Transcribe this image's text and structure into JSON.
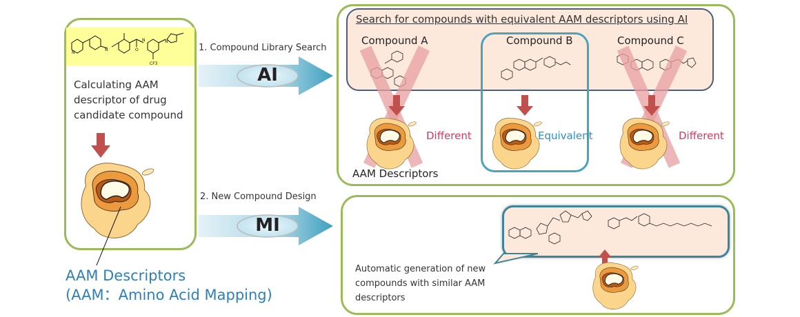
{
  "left_panel": {
    "description_lines": [
      "Calculating AAM",
      "descriptor of drug",
      "candidate compound"
    ],
    "molecule_substituent": "CF3"
  },
  "aam_caption": {
    "line1": "AAM Descriptors",
    "line2": "(AAM：Amino Acid Mapping)"
  },
  "arrows": {
    "search": {
      "label": "1. Compound Library Search",
      "badge": "AI"
    },
    "design": {
      "label": "2. New Compound Design",
      "badge": "MI"
    }
  },
  "search_panel": {
    "title": "Search for compounds with equivalent AAM descriptors using AI",
    "compounds": [
      {
        "name": "Compound A",
        "result": "Different",
        "rejected": true
      },
      {
        "name": "Compound B",
        "result": "Equivalent",
        "rejected": false
      },
      {
        "name": "Compound C",
        "result": "Different",
        "rejected": true
      }
    ],
    "descriptor_label": "AAM Descriptors"
  },
  "design_panel": {
    "caption_lines": [
      "Automatic generation of new",
      "compounds with similar AAM",
      "descriptors"
    ]
  },
  "colors": {
    "green_border": "#9bbb59",
    "accent_blue": "#2e7fb8",
    "different_red": "#e0335f",
    "equivalent_blue": "#2e8fbf",
    "arrow_red": "#c0504d",
    "search_bg": "#fde9dc"
  }
}
